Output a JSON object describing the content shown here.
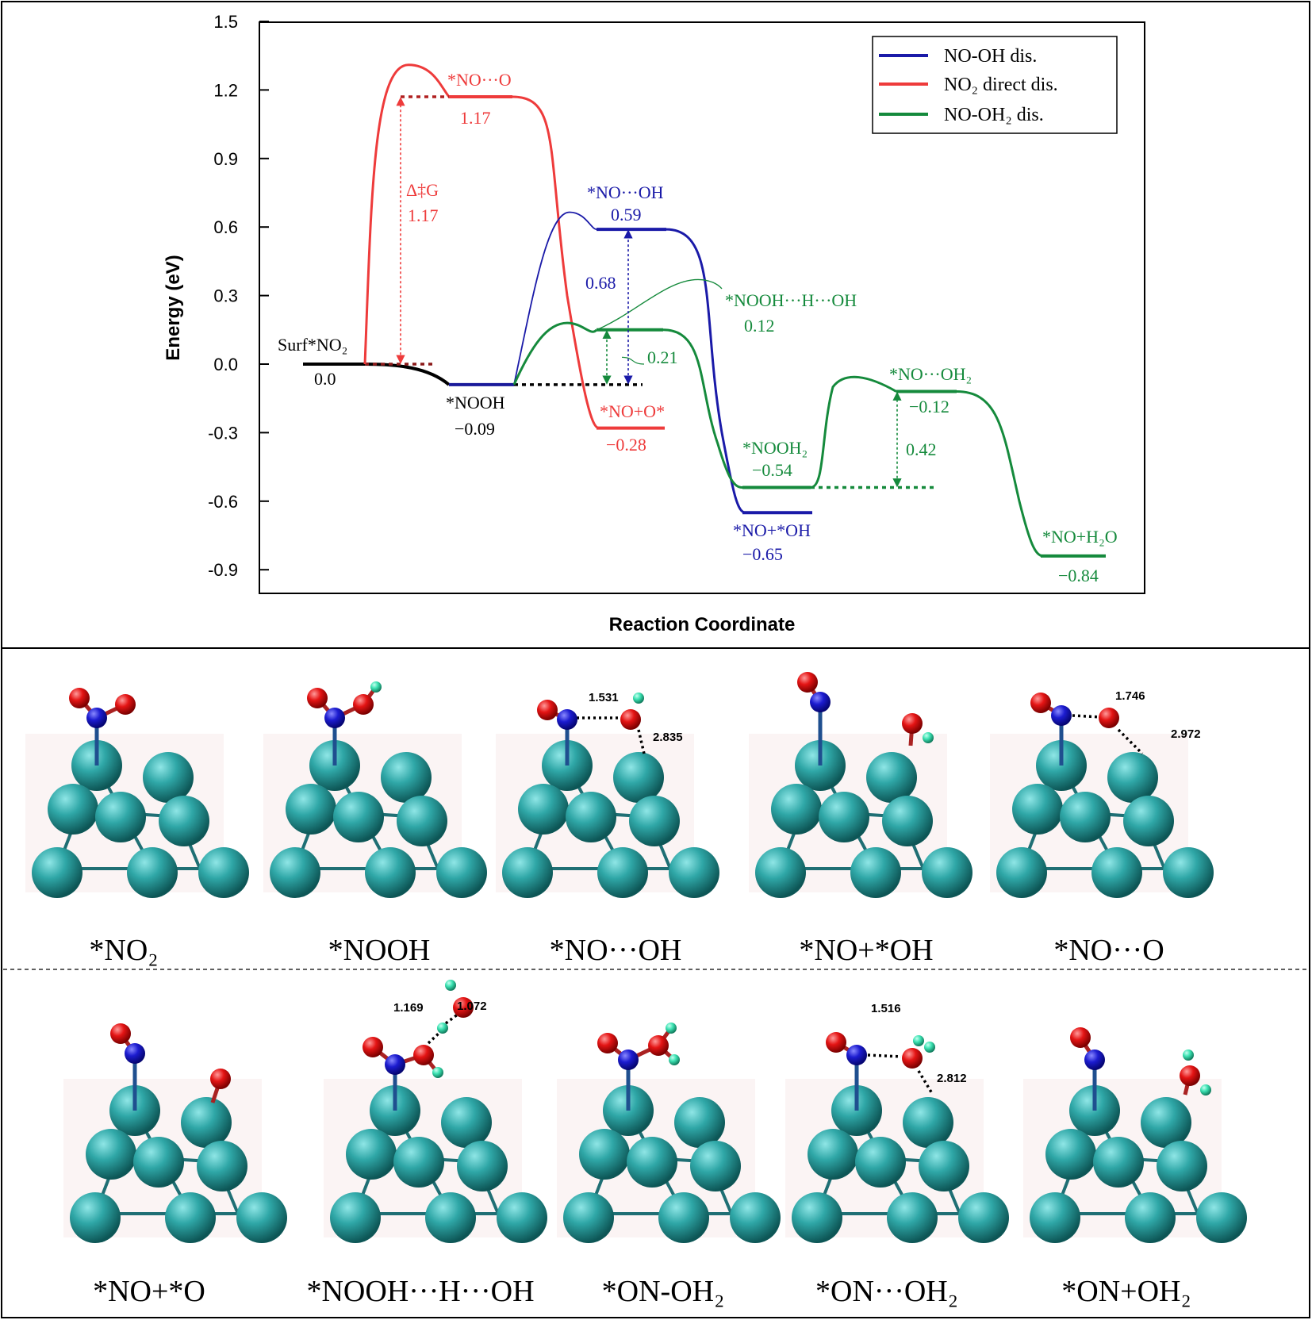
{
  "chart_data": {
    "type": "line",
    "title": "",
    "xlabel": "Reaction Coordinate",
    "ylabel": "Energy (eV)",
    "ylim": [
      -1.0,
      1.5
    ],
    "yticks": [
      "1.5",
      "1.2",
      "0.9",
      "0.6",
      "0.3",
      "0.0",
      "-0.3",
      "-0.6",
      "-0.9"
    ],
    "grid": false,
    "legend_position": "top-right",
    "legend": [
      {
        "name": "NO-OH dis.",
        "color": "#1a1aa8"
      },
      {
        "name": "NO₂ direct dis.",
        "color": "#ee3b3b"
      },
      {
        "name": "NO-OH₂ dis.",
        "color": "#158a3c"
      }
    ],
    "series": [
      {
        "name": "NO-OH dis.",
        "color": "#1a1aa8",
        "states": [
          {
            "label": "*NOOH",
            "value": -0.09
          },
          {
            "label": "*NO···OH",
            "value": 0.59
          },
          {
            "label": "*NO+*OH",
            "value": -0.65
          }
        ],
        "barrier": {
          "label": "0.68",
          "value": 0.68
        }
      },
      {
        "name": "NO₂ direct dis.",
        "color": "#ee3b3b",
        "states": [
          {
            "label": "Surf*NO₂",
            "value": 0.0
          },
          {
            "label": "*NO···O",
            "value": 1.17
          },
          {
            "label": "*NO+O*",
            "value": -0.28
          }
        ],
        "barrier": {
          "label": "Δ‡G",
          "value": 1.17
        }
      },
      {
        "name": "NO-OH₂ dis.",
        "color": "#158a3c",
        "states": [
          {
            "label": "*NOOH···H···OH",
            "value": 0.12
          },
          {
            "label": "*NOOH₂",
            "value": -0.54
          },
          {
            "label": "*NO···OH₂",
            "value": -0.12
          },
          {
            "label": "*NO+H₂O",
            "value": -0.84
          }
        ],
        "barriers": [
          {
            "label": "0.21",
            "value": 0.21
          },
          {
            "label": "0.42",
            "value": 0.42
          }
        ]
      }
    ],
    "state_labels": {
      "surf_no2": "Surf*NO₂",
      "surf_no2_val": "0.0",
      "nooh": "*NOOH",
      "nooh_val": "−0.09",
      "no_o": "*NO···O",
      "no_o_val": "1.17",
      "dg": "Δ‡G",
      "dg_val": "1.17",
      "no_oh": "*NO···OH",
      "no_oh_val": "0.59",
      "b068": "0.68",
      "nooh_h_oh": "*NOOH···H···OH",
      "nooh_h_oh_val": "0.12",
      "b021": "0.21",
      "no_plus_o": "*NO+O*",
      "no_plus_o_val": "−0.28",
      "nooh2": "*NOOH₂",
      "nooh2_val": "−0.54",
      "no_plus_oh": "*NO+*OH",
      "no_plus_oh_val": "−0.65",
      "no_oh2": "*NO···OH₂",
      "no_oh2_val": "−0.12",
      "b042": "0.42",
      "no_h2o": "*NO+H₂O",
      "no_h2o_val": "−0.84"
    }
  },
  "structures": {
    "row1": [
      "*NO₂",
      "*NOOH",
      "*NO···OH",
      "*NO+*OH",
      "*NO···O"
    ],
    "row2": [
      "*NO+*O",
      "*NOOH···H···OH",
      "*ON-OH₂",
      "*ON···OH₂",
      "*ON+OH₂"
    ],
    "distances": {
      "d1531": "1.531",
      "d2835": "2.835",
      "d1746": "1.746",
      "d2972": "2.972",
      "d1169": "1.169",
      "d1072": "1.072",
      "d1516": "1.516",
      "d2812": "2.812"
    }
  },
  "colors": {
    "blue": "#1a1aa8",
    "red": "#ee3b3b",
    "green": "#158a3c",
    "metal": "#2ea3a3",
    "oxygen": "#e01010",
    "nitrogen": "#1818c8",
    "hydrogen": "#39e0b0"
  }
}
